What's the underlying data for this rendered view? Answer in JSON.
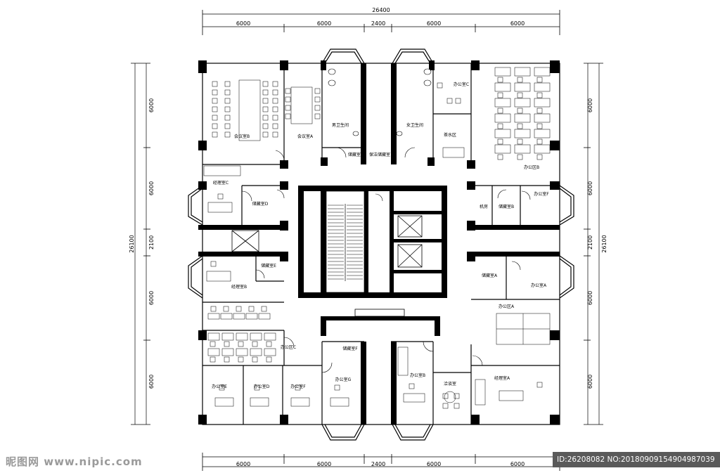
{
  "dimensions": {
    "total_width": "26400",
    "total_height": "26100",
    "top_segments": [
      "6000",
      "6000",
      "2400",
      "6000",
      "6000"
    ],
    "bottom_segments": [
      "6000",
      "6000",
      "2400",
      "6000",
      "6000"
    ],
    "left_segments": [
      "6000",
      "6000",
      "2100",
      "6000",
      "6000"
    ],
    "right_segments": [
      "6000",
      "6000",
      "2100",
      "6000",
      "6000"
    ]
  },
  "rooms": {
    "meeting_b": "会议室B",
    "meeting_a": "会议室A",
    "male_wc": "男卫生间",
    "female_wc": "女卫生间",
    "office_c": "办公室C",
    "tea_area": "茶水区",
    "office_area_b": "办公区B",
    "manager_c": "经理室C",
    "storage_d": "储藏室D",
    "storage_c": "储藏室C",
    "cleaning_storage": "保洁储藏室",
    "machine_room": "机房",
    "storage_b": "储藏室B",
    "office_f_right": "办公室F",
    "storage_e": "储藏室E",
    "manager_b": "经理室B",
    "storage_a": "储藏室A",
    "office_a": "办公室A",
    "office_area_a": "办公区A",
    "office_area_c": "办公区C",
    "storage_f": "储藏室F",
    "office_e": "办公室E",
    "office_d": "办公室D",
    "office_f": "办公室F",
    "office_g": "办公室G",
    "office_b": "办公室B",
    "reception": "洽谈室",
    "manager_a": "经理室A"
  },
  "watermark": {
    "site": "昵图网 www.nipic.com",
    "id_line": "ID:26208082 NO:20180909154904987039"
  }
}
